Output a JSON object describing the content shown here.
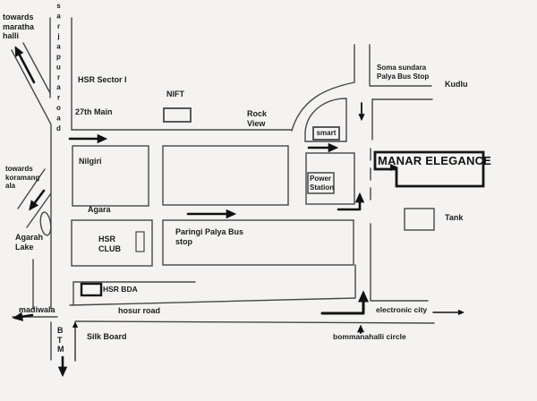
{
  "map": {
    "destination": "MANAR ELEGANCE",
    "labels": {
      "towards_marathahalli": "towards\nmaratha\nhalli",
      "sarjapura_road": "sarjapuraroad",
      "hsr_sector": "HSR Sector I",
      "main_27th": "27th Main",
      "nift": "NIFT",
      "rock_view": "Rock\nView",
      "soma_sundara_bus_stop": "Soma sundara\nPalya Bus Stop",
      "kudlu": "Kudlu",
      "smart": "smart",
      "nilgiri": "Nilgiri",
      "agara": "Agara",
      "power_station": "Power\nStation",
      "manar_elegance": "MANAR ELEGANCE",
      "tank": "Tank",
      "towards_koramangala": "towards\nkoramang\nala",
      "agarah_lake": "Agarah\nLake",
      "hsr_club": "HSR\nCLUB",
      "paringi_palya_bus_stop": "Paringi Palya Bus\nstop",
      "hsr_bda": "HSR BDA",
      "hosur_road": "hosur road",
      "madiwala": "madiwala",
      "btm": "B\nT\nM",
      "silk_board": "Silk Board",
      "electronic_city": "electronic city",
      "bommanahalli_circle": "bommanahalli circle"
    },
    "colors": {
      "paper": "#f4f3f1",
      "ink": "#454545",
      "bold_ink": "#111111"
    }
  }
}
